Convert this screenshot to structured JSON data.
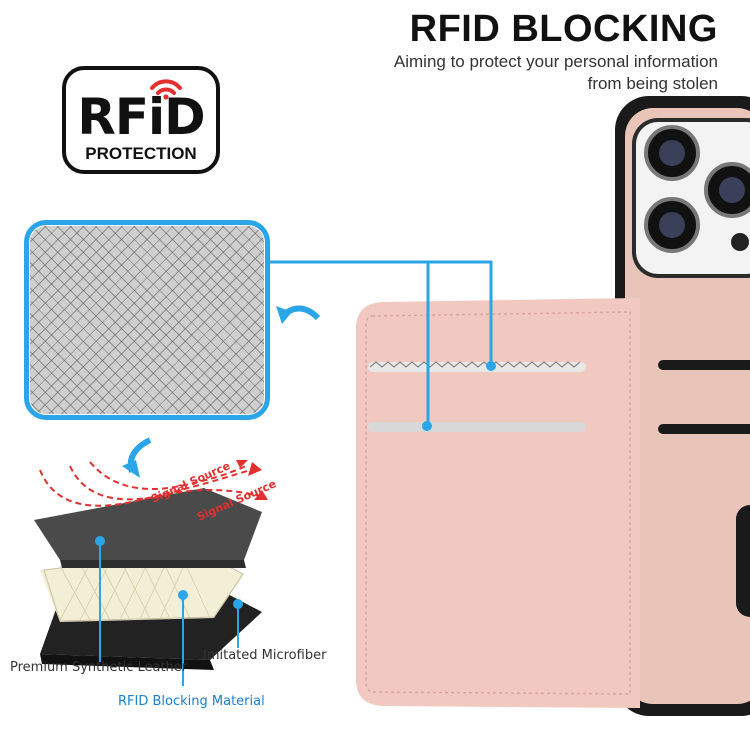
{
  "header": {
    "title": "RFID BLOCKING",
    "subtitle_line1": "Aiming to protect your personal information",
    "subtitle_line2": "from being stolen"
  },
  "badge": {
    "word": "RFiD",
    "subtitle": "PROTECTION",
    "signal_icon": "wifi-signal-icon"
  },
  "layers": {
    "signal_label_1": "Signal Source",
    "signal_label_2": "Signal Source",
    "leather_label": "Premium Synthetic Leather",
    "microfiber_label": "Imitated Microfiber",
    "rfid_label": "RFID Blocking Material"
  },
  "colors": {
    "accent": "#2aa6e8",
    "signal": "#e23030",
    "case_pink": "#f1c8bf",
    "phone_black": "#1a1a1a",
    "rfid_label": "#1b7fd0"
  }
}
